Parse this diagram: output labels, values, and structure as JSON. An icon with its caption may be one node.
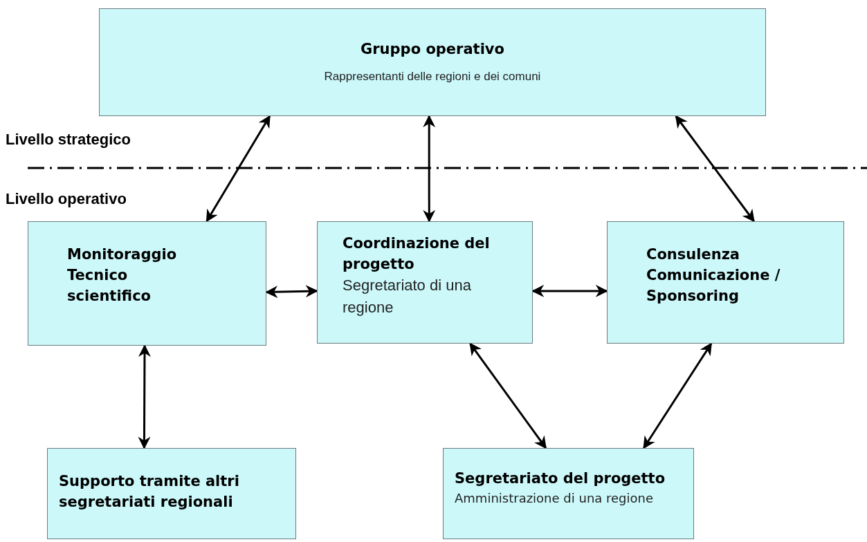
{
  "diagram": {
    "nodes": [
      {
        "text": [
          "Gruppo operativo",
          "Rappresentanti delle regioni e dei comuni"
        ]
      },
      {
        "text": [
          "Monitoraggio Tecnico scientifico"
        ]
      },
      {
        "text": [
          "Coordinazione del progetto",
          "Segretariato di una regione"
        ]
      },
      {
        "text": [
          "Consulenza Comunicazione / Sponsoring"
        ]
      },
      {
        "text": [
          "Supporto tramite altri segretariati regionali"
        ]
      },
      {
        "text": [
          "Segretariato del progetto",
          "Amministrazione di una regione"
        ]
      }
    ],
    "edges": [
      {
        "from": 0,
        "to": 1,
        "arrow": "both"
      },
      {
        "from": 0,
        "to": 2,
        "arrow": "both"
      },
      {
        "from": 0,
        "to": 3,
        "arrow": "both"
      },
      {
        "from": 1,
        "to": 2,
        "arrow": "both"
      },
      {
        "from": 2,
        "to": 3,
        "arrow": "both"
      },
      {
        "from": 1,
        "to": 4,
        "arrow": "both"
      },
      {
        "from": 2,
        "to": 5,
        "arrow": "both"
      },
      {
        "from": 3,
        "to": 5,
        "arrow": "both"
      }
    ],
    "labels": [
      "Livello strategico",
      "Livello operativo"
    ]
  }
}
